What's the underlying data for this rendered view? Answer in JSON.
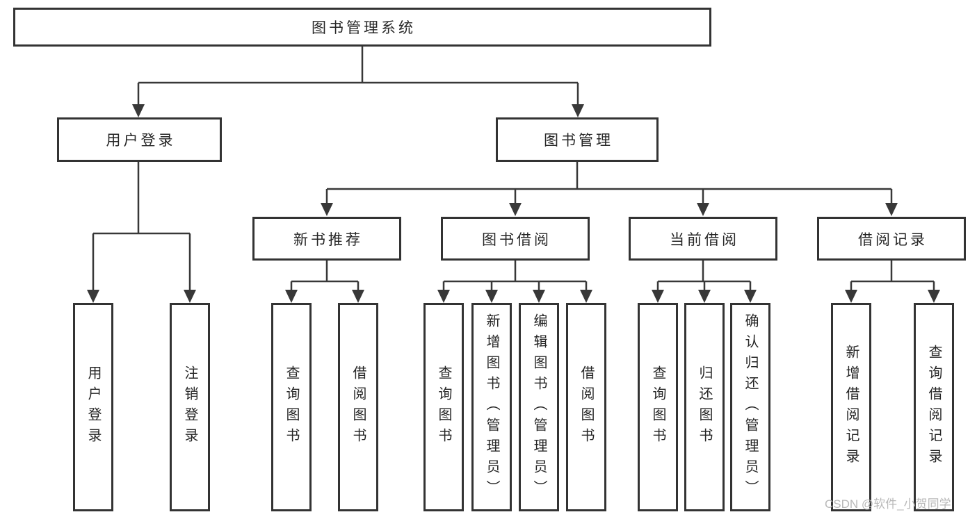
{
  "diagram": {
    "root": {
      "label": "图书管理系统"
    },
    "branches": [
      {
        "label": "用户登录",
        "children": [
          "用户登录",
          "注销登录"
        ]
      },
      {
        "label": "图书管理",
        "children": [
          {
            "label": "新书推荐",
            "children": [
              "查询图书",
              "借阅图书"
            ]
          },
          {
            "label": "图书借阅",
            "children": [
              "查询图书",
              "新增图书（管理员）",
              "编辑图书（管理员）",
              "借阅图书"
            ]
          },
          {
            "label": "当前借阅",
            "children": [
              "查询图书",
              "归还图书",
              "确认归还（管理员）"
            ]
          },
          {
            "label": "借阅记录",
            "children": [
              "新增借阅记录",
              "查询借阅记录"
            ]
          }
        ]
      }
    ],
    "watermark": "CSDN @软件_小贺同学",
    "colors": {
      "line": "#383838",
      "border": "#333333",
      "text": "#262626",
      "watermark": "#b9b9b9",
      "background": "#ffffff"
    }
  }
}
